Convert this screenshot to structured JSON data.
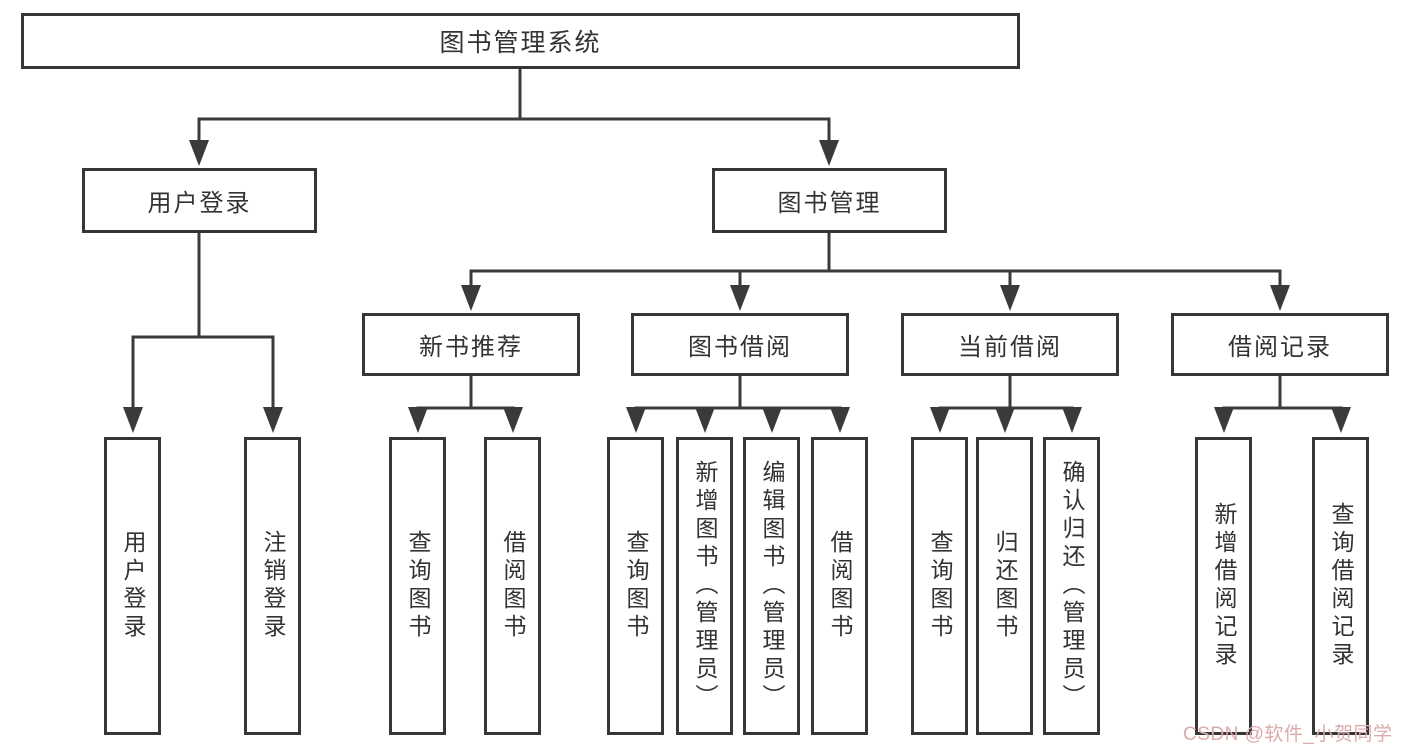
{
  "diagram": {
    "root": {
      "label": "图书管理系统"
    },
    "user_branch": {
      "label": "用户登录",
      "leaves": [
        "用户登录",
        "注销登录"
      ]
    },
    "book_branch": {
      "label": "图书管理",
      "groups": [
        {
          "label": "新书推荐",
          "leaves": [
            "查询图书",
            "借阅图书"
          ]
        },
        {
          "label": "图书借阅",
          "leaves": [
            "查询图书",
            "新增图书（管理员）",
            "编辑图书（管理员）",
            "借阅图书"
          ]
        },
        {
          "label": "当前借阅",
          "leaves": [
            "查询图书",
            "归还图书",
            "确认归还（管理员）"
          ]
        },
        {
          "label": "借阅记录",
          "leaves": [
            "新增借阅记录",
            "查询借阅记录"
          ]
        }
      ]
    },
    "watermark": "CSDN @软件_小贺同学",
    "colors": {
      "line": "#3a3a3a",
      "border": "#363636",
      "text": "#333333",
      "watermark": "#dcabab",
      "background": "#ffffff"
    }
  }
}
